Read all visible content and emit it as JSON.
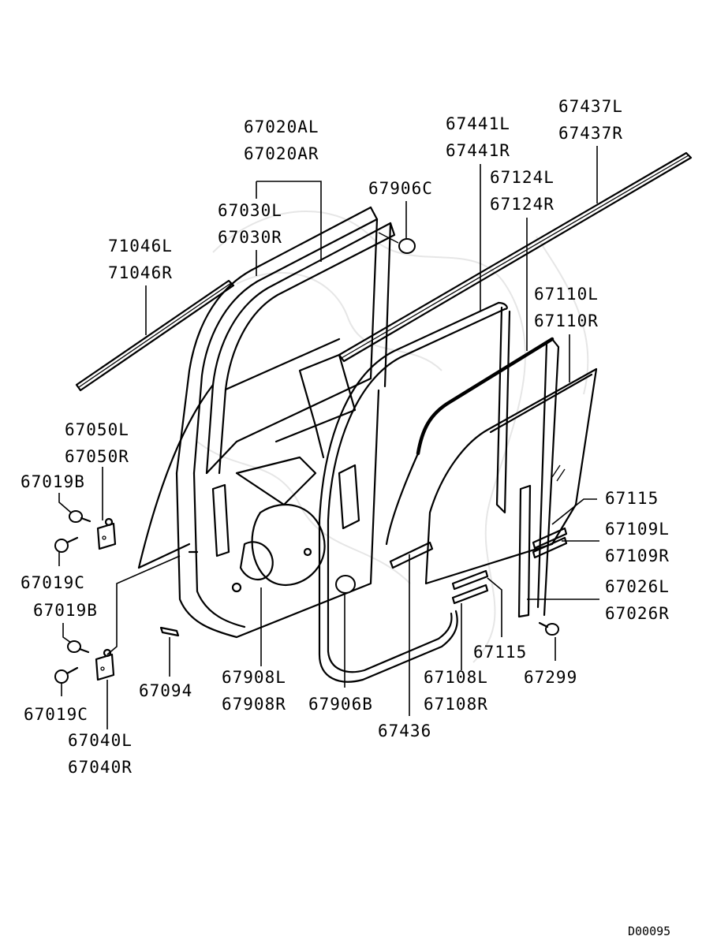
{
  "diagram": {
    "code": "D00095",
    "labels": {
      "p67437L": "67437L",
      "p67437R": "67437R",
      "p67441L": "67441L",
      "p67441R": "67441R",
      "p67124L": "67124L",
      "p67124R": "67124R",
      "p67020AL": "67020AL",
      "p67020AR": "67020AR",
      "p67906C": "67906C",
      "p67030L": "67030L",
      "p67030R": "67030R",
      "p71046L": "71046L",
      "p71046R": "71046R",
      "p67110L": "67110L",
      "p67110R": "67110R",
      "p67050L": "67050L",
      "p67050R": "67050R",
      "p67019B_top": "67019B",
      "p67019C_top": "67019C",
      "p67019B_bot": "67019B",
      "p67019C_bot": "67019C",
      "p67115_top": "67115",
      "p67109L": "67109L",
      "p67109R": "67109R",
      "p67026L": "67026L",
      "p67026R": "67026R",
      "p67115_bot": "67115",
      "p67094": "67094",
      "p67908L": "67908L",
      "p67908R": "67908R",
      "p67906B": "67906B",
      "p67108L": "67108L",
      "p67108R": "67108R",
      "p67299": "67299",
      "p67436": "67436",
      "p67040L": "67040L",
      "p67040R": "67040R"
    }
  }
}
